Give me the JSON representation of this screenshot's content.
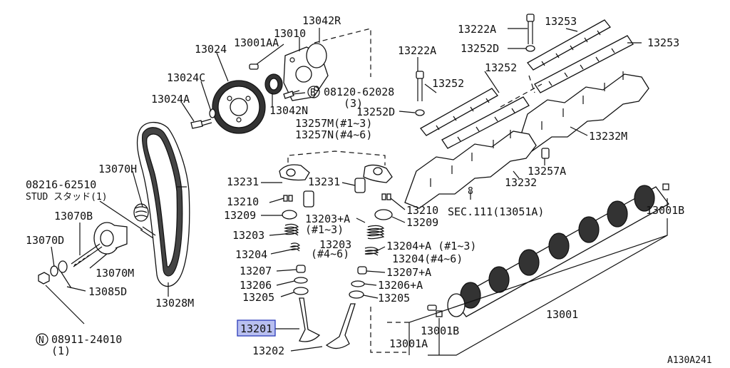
{
  "labels": {
    "p13042R": "13042R",
    "p13010": "13010",
    "p13001AA": "13001AA",
    "p13024": "13024",
    "p13024C": "13024C",
    "p13024A": "13024A",
    "p08120": "08120-62028",
    "p08120qty": "(3)",
    "p13042N": "13042N",
    "p13222A_1": "13222A",
    "p13253_1": "13253",
    "p13252D_1": "13252D",
    "p13253_2": "13253",
    "p13222A_2": "13222A",
    "p13252_1": "13252",
    "p13252_2": "13252",
    "p13252D_2": "13252D",
    "p13257M": "13257M(#1~3)",
    "p13257N": "13257N(#4~6)",
    "p13232M": "13232M",
    "p13070H": "13070H",
    "p08216": "08216-62510",
    "pStud": "STUD スタッド(1)",
    "p13070B": "13070B",
    "p13070D": "13070D",
    "p13070M": "13070M",
    "p13085D": "13085D",
    "p13028M": "13028M",
    "p08911": "08911-24010",
    "p08911qty": "(1)",
    "p13231_1": "13231",
    "p13231_2": "13231",
    "p13257A": "13257A",
    "p13232": "13232",
    "p13210_1": "13210",
    "p13210_2": "13210",
    "p13209_1": "13209",
    "p13209_2": "13209",
    "p13203A": "13203+A",
    "p13203Aqty": "(#1~3)",
    "p13203_1": "13203",
    "p13203_2": "13203",
    "p13203_2qty": "(#4~6)",
    "p13204_1": "13204",
    "p13204A": "13204+A (#1~3)",
    "p13204_46": "13204(#4~6)",
    "p13207_1": "13207",
    "p13207A": "13207+A",
    "p13206_1": "13206",
    "p13206A": "13206+A",
    "p13205_1": "13205",
    "p13205_2": "13205",
    "p13201": "13201",
    "p13202": "13202",
    "p13001": "13001",
    "p13001B_1": "13001B",
    "p13001B_2": "13001B",
    "p13001A": "13001A",
    "pSec": "SEC.111(13051A)",
    "pSec8": "8",
    "diagramId": "A130A241",
    "circleB": "B",
    "circleN": "N"
  },
  "colors": {
    "highlight_fill": "#b8bff0",
    "highlight_stroke": "#2b3bb8",
    "line": "#111111"
  },
  "icons": {
    "bolt_spec_marker": "circle-letter-b",
    "nut_spec_marker": "circle-letter-n"
  }
}
